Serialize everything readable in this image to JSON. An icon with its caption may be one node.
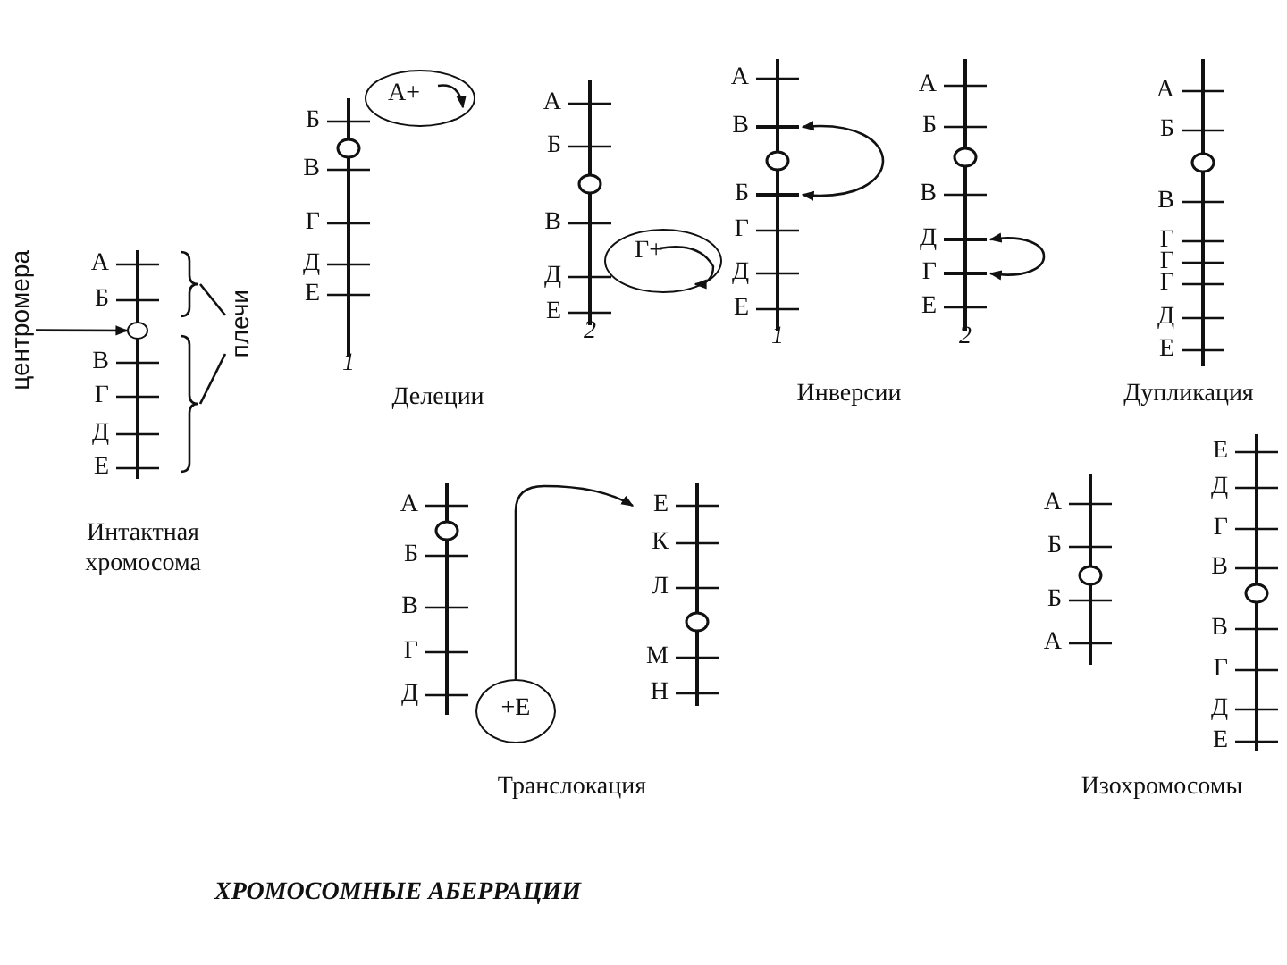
{
  "diagram": {
    "title": "ХРОМОСОМНЫЕ АБЕРРАЦИИ",
    "nodes": [
      {
        "text": [
          "центромера"
        ]
      },
      {
        "text": [],
        "shape": "circle"
      },
      {
        "text": [
          "плечи"
        ]
      },
      {
        "text": [],
        "shape": "brace"
      },
      {
        "text": [],
        "shape": "brace"
      },
      {
        "text": [
          "А+"
        ]
      },
      {
        "text": [
          "Г+"
        ]
      },
      {
        "text": [],
        "shape": "bar"
      },
      {
        "text": [],
        "shape": "bar"
      },
      {
        "text": [],
        "shape": "bar"
      },
      {
        "text": [],
        "shape": "bar"
      },
      {
        "text": [
          "+Е"
        ]
      },
      {
        "text": [
          "Е"
        ]
      }
    ],
    "edges": [
      {
        "from": 0,
        "to": 1,
        "arrow": "to"
      },
      {
        "from": 2,
        "to": 3,
        "arrow": "none"
      },
      {
        "from": 2,
        "to": 4,
        "arrow": "none"
      },
      {
        "from": 7,
        "to": 8,
        "arrow": "both"
      },
      {
        "from": 9,
        "to": 10,
        "arrow": "both"
      },
      {
        "from": 11,
        "to": 12,
        "arrow": "to"
      }
    ],
    "labels": [
      "А",
      "Б",
      "В",
      "Г",
      "Д",
      "Е",
      "Б",
      "В",
      "Г",
      "Д",
      "Е",
      "1",
      "А",
      "Б",
      "В",
      "Д",
      "Е",
      "2",
      "А",
      "В",
      "Б",
      "Г",
      "Д",
      "Е",
      "1",
      "А",
      "Б",
      "В",
      "Д",
      "Г",
      "Е",
      "2",
      "А",
      "Б",
      "В",
      "Г",
      "Г",
      "Г",
      "Д",
      "Е",
      "Интактная хромосома",
      "Делеции",
      "Инверсии",
      "Дупликация",
      "А",
      "Б",
      "В",
      "Г",
      "Д",
      "К",
      "Л",
      "М",
      "Н",
      "А",
      "Б",
      "Б",
      "А",
      "Е",
      "Д",
      "Г",
      "В",
      "В",
      "Г",
      "Д",
      "Е",
      "Транслокация",
      "Изохромосомы"
    ]
  }
}
